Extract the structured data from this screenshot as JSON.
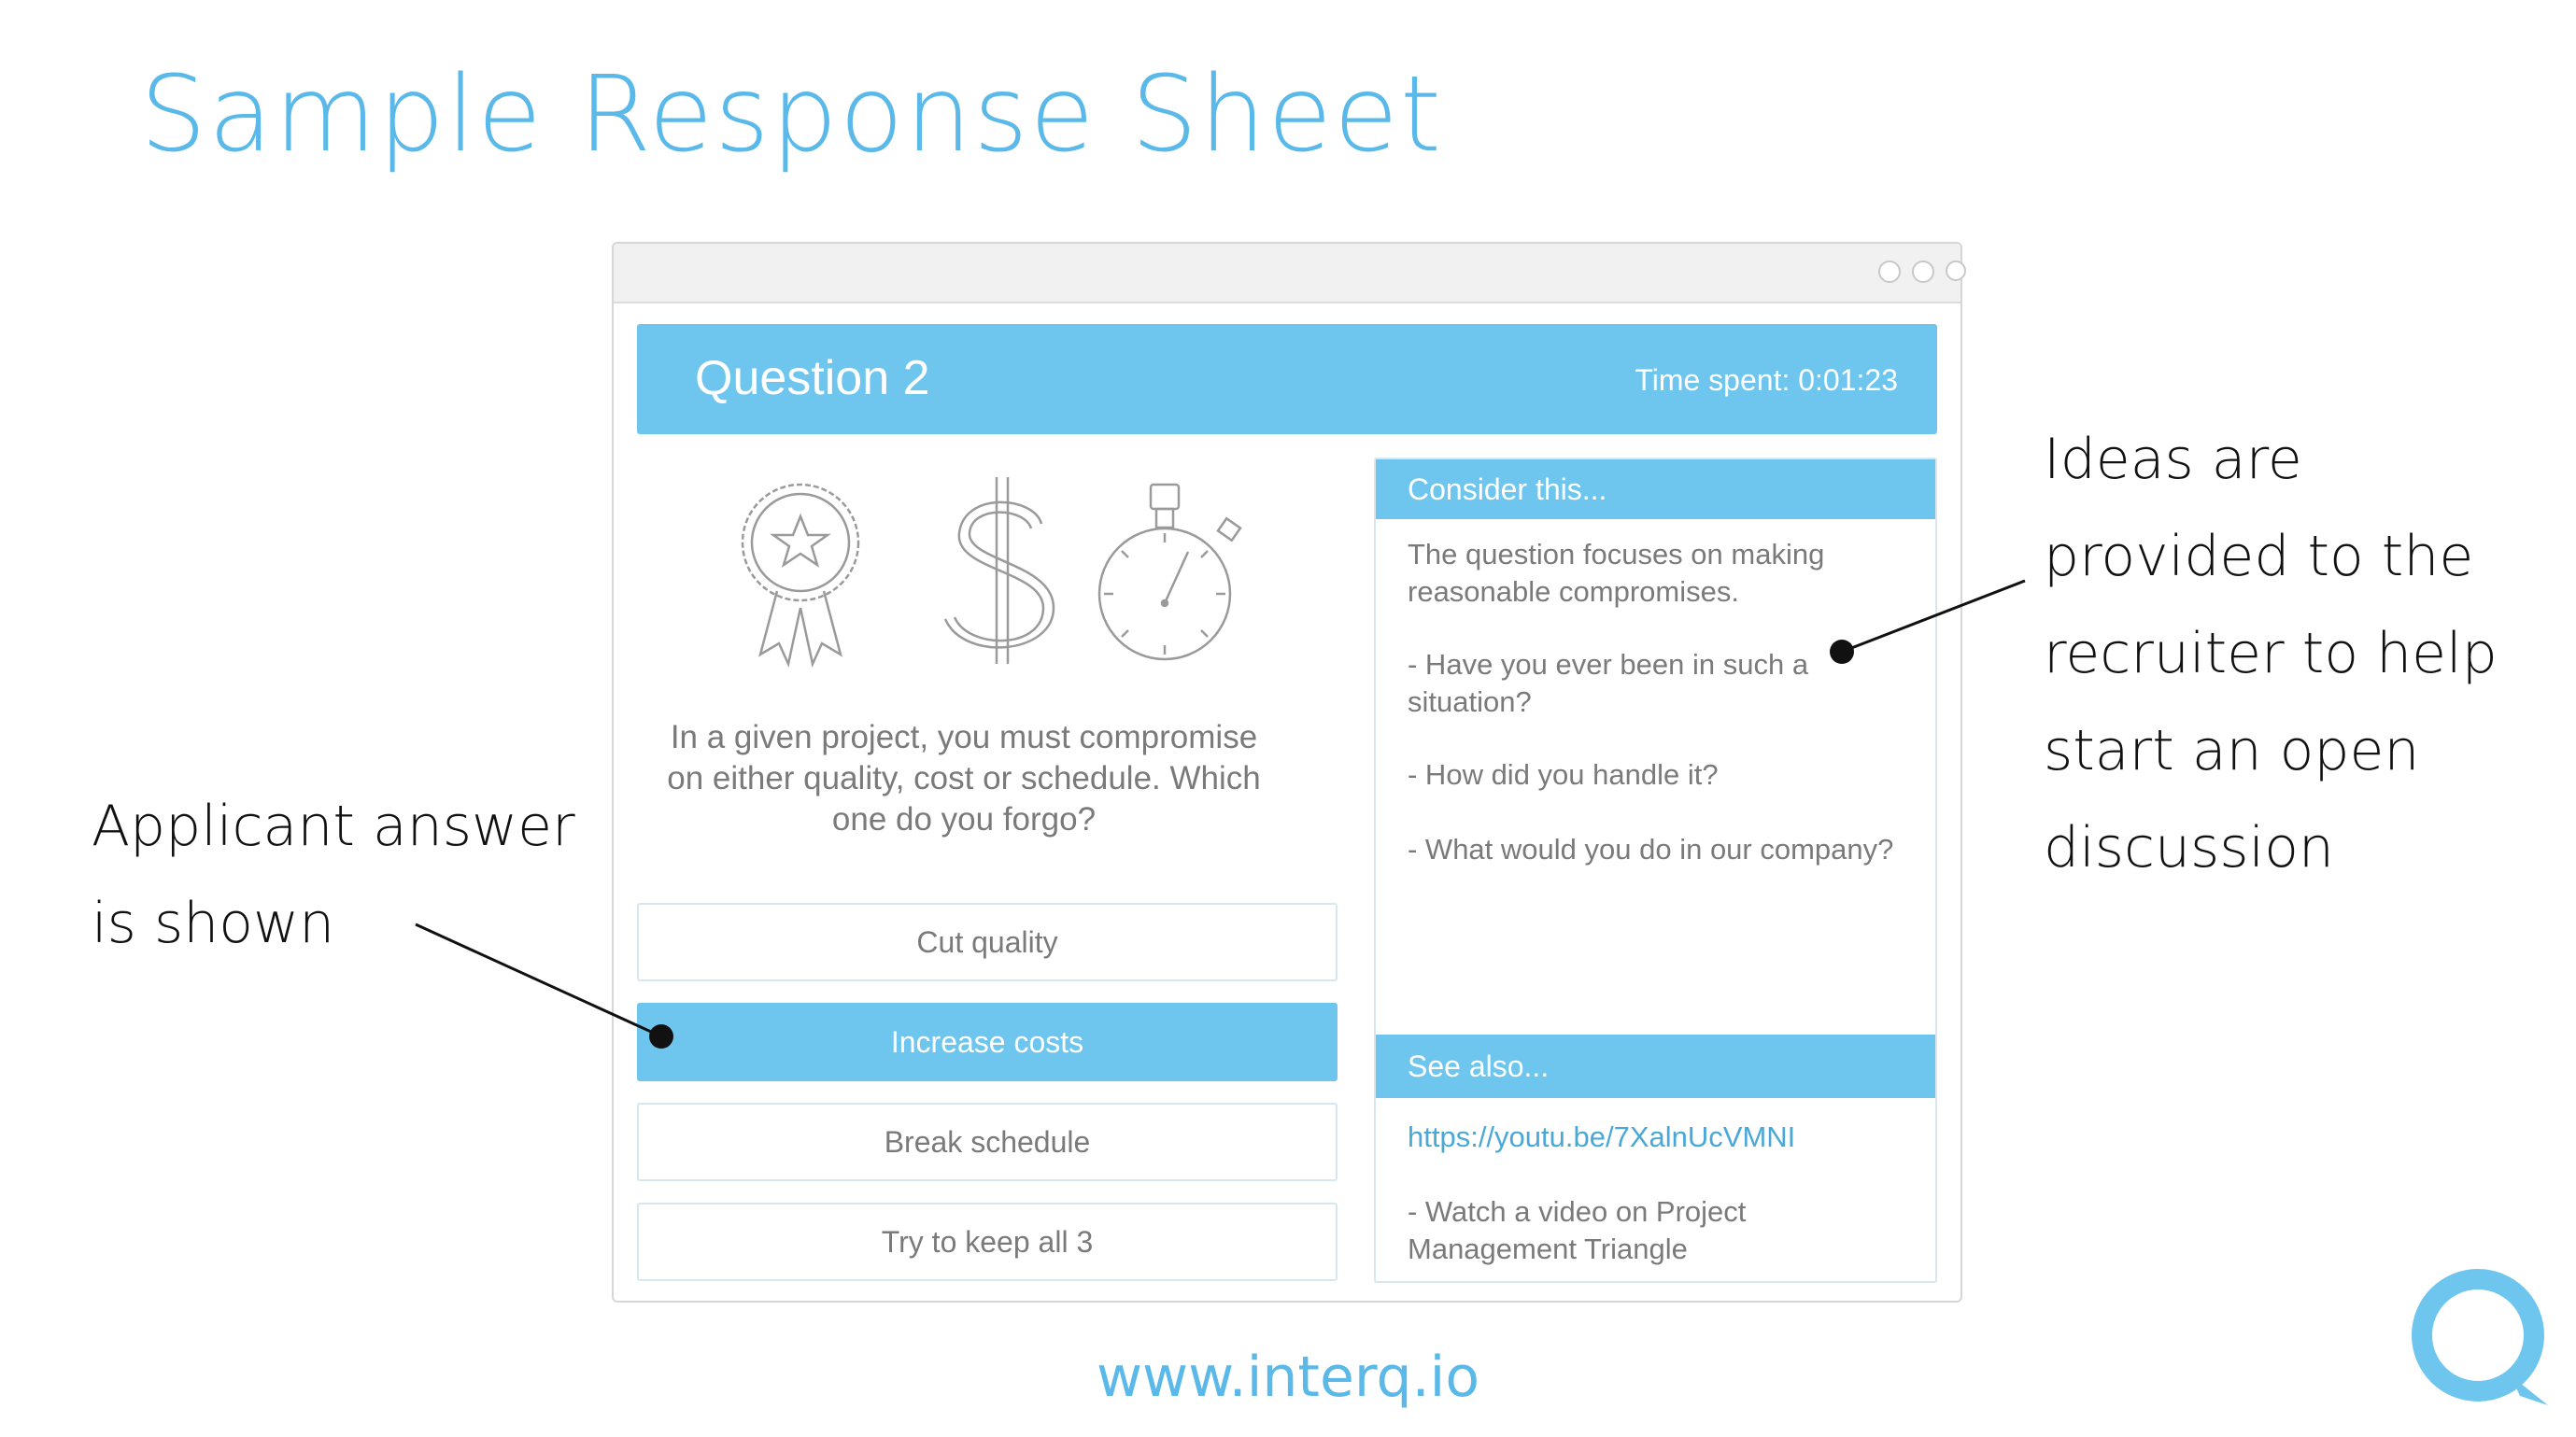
{
  "slide": {
    "title": "Sample Response Sheet",
    "footer_url": "www.interq.io"
  },
  "question": {
    "title": "Question 2",
    "time_spent": "Time spent: 0:01:23",
    "text": "In a given project, you must compromise on either quality, cost or schedule. Which one do you forgo?",
    "icons": [
      "award-ribbon-icon",
      "dollar-sign-icon",
      "stopwatch-icon"
    ]
  },
  "options": [
    {
      "label": "Cut quality",
      "selected": false
    },
    {
      "label": "Increase costs",
      "selected": true
    },
    {
      "label": "Break schedule",
      "selected": false
    },
    {
      "label": "Try to keep all 3",
      "selected": false
    }
  ],
  "consider": {
    "heading": "Consider this...",
    "intro": "The question focuses on making reasonable compromises.",
    "prompts": [
      "- Have you ever been in such a situation?",
      "- How did you handle it?",
      "- What would you do in our company?"
    ]
  },
  "see_also": {
    "heading": "See also...",
    "link": "https://youtu.be/7XalnUcVMNI",
    "note": "- Watch a video on Project Management Triangle"
  },
  "annotations": {
    "left_line1": "Applicant answer",
    "left_line2": "is shown",
    "right_lines": [
      "Ideas are",
      "provided to the",
      "recruiter to help",
      "start an open",
      "discussion"
    ]
  },
  "colors": {
    "accent": "#6ec6ef",
    "title": "#5ab9e8",
    "link": "#4aa8d8",
    "body_text": "#7a7a7a"
  }
}
